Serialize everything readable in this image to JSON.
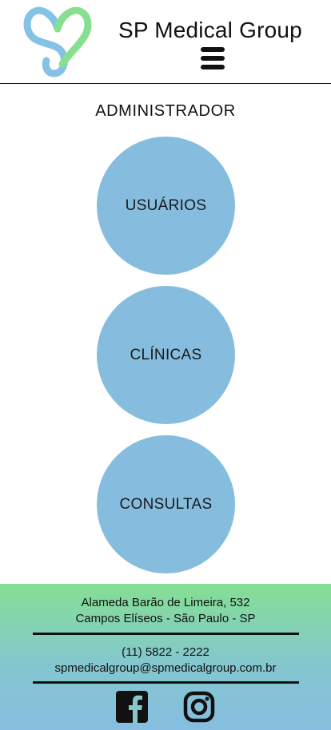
{
  "header": {
    "brand": "SP Medical Group",
    "logo_icon": "heart-s-logo-icon",
    "menu_icon": "hamburger-menu-icon"
  },
  "main": {
    "section_title": "ADMINISTRADOR",
    "items": [
      {
        "label": "USUÁRIOS"
      },
      {
        "label": "CLÍNICAS"
      },
      {
        "label": "CONSULTAS"
      }
    ]
  },
  "footer": {
    "address_line1": "Alameda Barão de Limeira, 532",
    "address_line2": "Campos Elíseos - São Paulo - SP",
    "phone": "(11) 5822 - 2222",
    "email": "spmedicalgroup@spmedicalgroup.com.br",
    "social": [
      "facebook-icon",
      "instagram-icon"
    ]
  },
  "colors": {
    "circle": "#86bddf",
    "logo_blue": "#84c3e6",
    "logo_green": "#86e08f",
    "footer_top": "#84df92",
    "footer_bottom": "#86bde0"
  }
}
